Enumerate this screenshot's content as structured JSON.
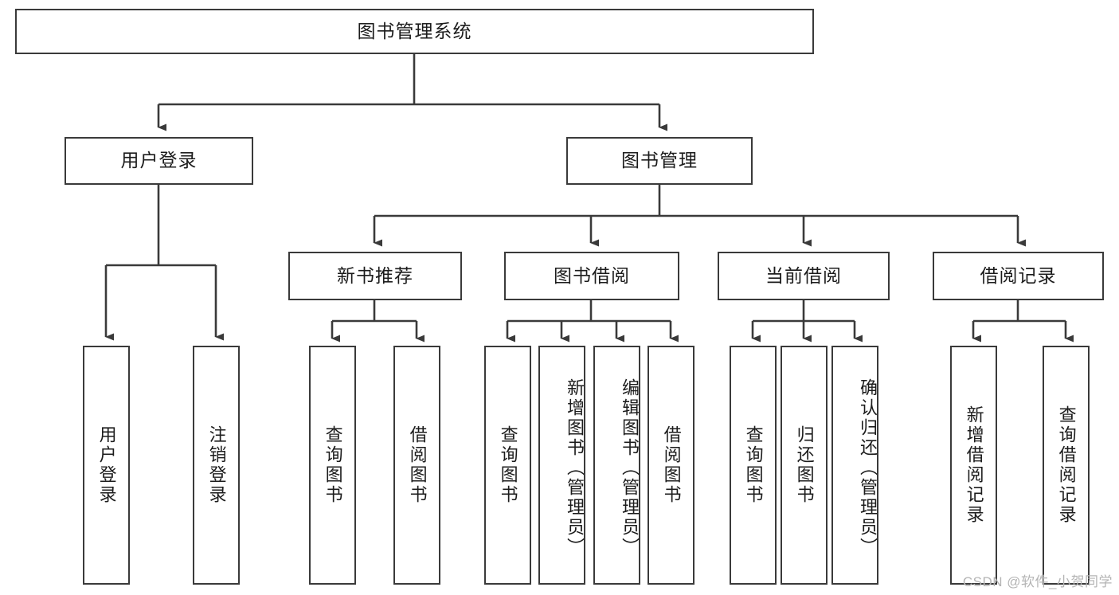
{
  "diagram": {
    "title": "图书管理系统",
    "type": "hierarchy-tree",
    "colors": {
      "box_border": "#3a3a3a",
      "box_fill": "#ffffff",
      "connector": "#3a3a3a",
      "text": "#1c1c1c",
      "watermark": "#b4b4b4",
      "background": "#ffffff"
    },
    "root": {
      "label": "图书管理系统",
      "orientation": "horizontal"
    },
    "level2": [
      {
        "label": "用户登录",
        "orientation": "horizontal"
      },
      {
        "label": "图书管理",
        "orientation": "horizontal"
      }
    ],
    "level3": [
      {
        "label": "新书推荐",
        "orientation": "horizontal"
      },
      {
        "label": "图书借阅",
        "orientation": "horizontal"
      },
      {
        "label": "当前借阅",
        "orientation": "horizontal"
      },
      {
        "label": "借阅记录",
        "orientation": "horizontal"
      }
    ],
    "leaves": {
      "user_login": [
        {
          "label": "用户登录",
          "orientation": "vertical"
        },
        {
          "label": "注销登录",
          "orientation": "vertical"
        }
      ],
      "new_book_recommend": [
        {
          "label": "查询图书",
          "orientation": "vertical"
        },
        {
          "label": "借阅图书",
          "orientation": "vertical"
        }
      ],
      "book_borrow": [
        {
          "label": "查询图书",
          "orientation": "vertical"
        },
        {
          "label": "新增图书（管理员）",
          "orientation": "vertical"
        },
        {
          "label": "编辑图书（管理员）",
          "orientation": "vertical"
        },
        {
          "label": "借阅图书",
          "orientation": "vertical"
        }
      ],
      "current_borrow": [
        {
          "label": "查询图书",
          "orientation": "vertical"
        },
        {
          "label": "归还图书",
          "orientation": "vertical"
        },
        {
          "label": "确认归还（管理员）",
          "orientation": "vertical"
        }
      ],
      "borrow_record": [
        {
          "label": "新增借阅记录",
          "orientation": "vertical"
        },
        {
          "label": "查询借阅记录",
          "orientation": "vertical"
        }
      ]
    }
  },
  "watermark": {
    "text": "CSDN @软件_小贺同学"
  }
}
